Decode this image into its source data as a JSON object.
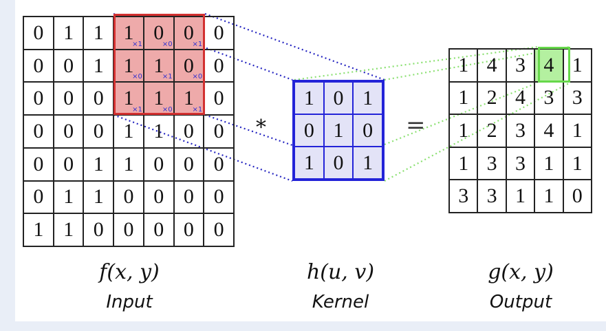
{
  "input": {
    "function_label": "f(x, y)",
    "caption": "Input",
    "rows": [
      [
        "0",
        "1",
        "1",
        "1",
        "0",
        "0",
        "0"
      ],
      [
        "0",
        "0",
        "1",
        "1",
        "1",
        "0",
        "0"
      ],
      [
        "0",
        "0",
        "0",
        "1",
        "1",
        "1",
        "0"
      ],
      [
        "0",
        "0",
        "0",
        "1",
        "1",
        "0",
        "0"
      ],
      [
        "0",
        "0",
        "1",
        "1",
        "0",
        "0",
        "0"
      ],
      [
        "0",
        "1",
        "1",
        "0",
        "0",
        "0",
        "0"
      ],
      [
        "1",
        "1",
        "0",
        "0",
        "0",
        "0",
        "0"
      ]
    ],
    "window": {
      "row": 0,
      "col": 3,
      "size": 3
    },
    "weights": [
      [
        "×1",
        "×0",
        "×1"
      ],
      [
        "×0",
        "×1",
        "×0"
      ],
      [
        "×1",
        "×0",
        "×1"
      ]
    ]
  },
  "operators": {
    "convolution": "*",
    "equals": "="
  },
  "kernel": {
    "function_label": "h(u, v)",
    "caption": "Kernel",
    "rows": [
      [
        "1",
        "0",
        "1"
      ],
      [
        "0",
        "1",
        "0"
      ],
      [
        "1",
        "0",
        "1"
      ]
    ]
  },
  "output": {
    "function_label": "g(x, y)",
    "caption": "Output",
    "rows": [
      [
        "1",
        "4",
        "3",
        "4",
        "1"
      ],
      [
        "1",
        "2",
        "4",
        "3",
        "3"
      ],
      [
        "1",
        "2",
        "3",
        "4",
        "1"
      ],
      [
        "1",
        "3",
        "3",
        "1",
        "1"
      ],
      [
        "3",
        "3",
        "1",
        "1",
        "0"
      ]
    ],
    "highlight": {
      "row": 0,
      "col": 3
    }
  },
  "colors": {
    "window_border": "#d23030",
    "window_fill": "#eeaaaa",
    "kernel_border": "#2323d8",
    "kernel_fill": "#e3e3f7",
    "weight_text": "#2f2fd0",
    "output_highlight_border": "#66d84a",
    "output_highlight_fill": "#b4f0a0"
  }
}
